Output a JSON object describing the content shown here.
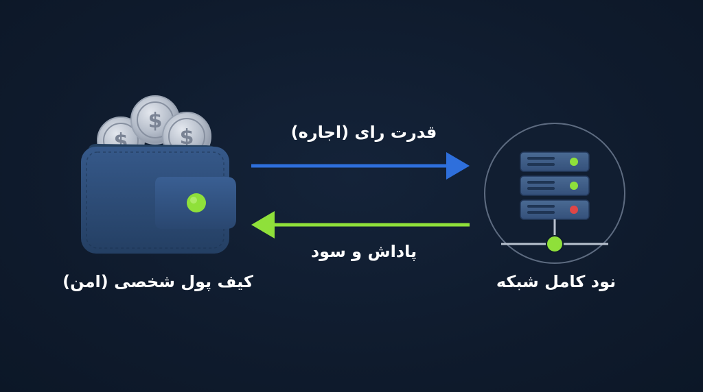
{
  "wallet": {
    "label": "کیف پول شخصی (امن)",
    "icon": "wallet-with-coins-icon",
    "coin_symbol": "$"
  },
  "node": {
    "label": "نود کامل شبکه",
    "icon": "server-node-icon"
  },
  "flows": {
    "to_node": {
      "label": "قدرت رای (اجاره)",
      "color": "#2e6fdc"
    },
    "to_wallet": {
      "label": "پاداش و سود",
      "color": "#8fe03a"
    }
  },
  "colors": {
    "background": "#0f1b2d",
    "wallet_body": "#2c4a73",
    "accent_green": "#8fe03a",
    "status_red": "#e04646",
    "server_body": "#3d5a80"
  }
}
